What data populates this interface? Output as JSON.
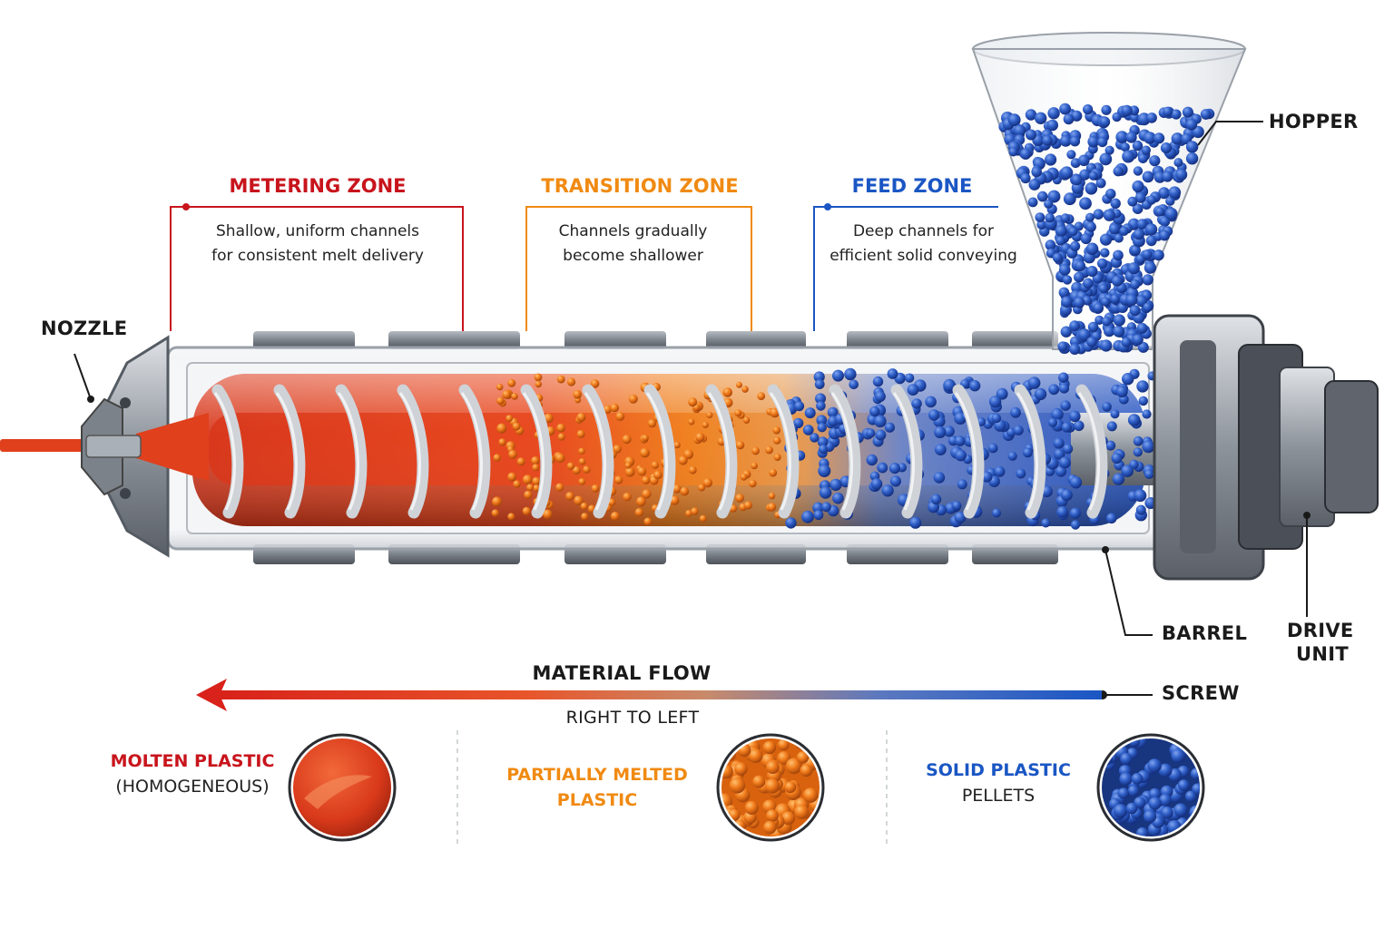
{
  "colors": {
    "metering": "#c8141c",
    "transition": "#f08a12",
    "feed": "#1a56c4",
    "molten": "#e0401c",
    "partial": "#f07a1a",
    "solid": "#2052b8",
    "metal": "#9aa0a8",
    "ink": "#1a1a1a"
  },
  "zones": {
    "metering": {
      "title": "METERING ZONE",
      "line1": "Shallow, uniform channels",
      "line2": "for consistent melt delivery"
    },
    "transition": {
      "title": "TRANSITION ZONE",
      "line1": "Channels gradually",
      "line2": "become shallower"
    },
    "feed": {
      "title": "FEED ZONE",
      "line1": "Deep channels for",
      "line2": "efficient solid conveying"
    }
  },
  "labels": {
    "hopper": "HOPPER",
    "nozzle": "NOZZLE",
    "barrel": "BARREL",
    "drive_line1": "DRIVE",
    "drive_line2": "UNIT",
    "screw": "SCREW"
  },
  "flow": {
    "title": "MATERIAL FLOW",
    "subtitle": "RIGHT TO LEFT"
  },
  "legend": {
    "molten": {
      "line1": "MOLTEN PLASTIC",
      "line2": "(HOMOGENEOUS)"
    },
    "partial": {
      "line1": "PARTIALLY MELTED",
      "line2": "PLASTIC"
    },
    "solid": {
      "line1": "SOLID PLASTIC",
      "line2": "PELLETS"
    }
  }
}
